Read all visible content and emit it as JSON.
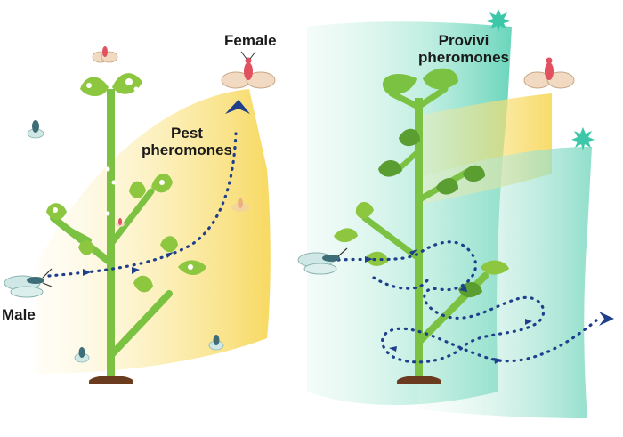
{
  "labels": {
    "female": "Female",
    "pest_pheromones_line1": "Pest",
    "pest_pheromones_line2": "pheromones",
    "male": "Male",
    "provivi_line1": "Provivi",
    "provivi_line2": "pheromones"
  },
  "colors": {
    "stem": "#7bc242",
    "leaf_light": "#8dc63f",
    "leaf_dark": "#5a9e32",
    "soil": "#6b3b1f",
    "pest_plume": "#f9d95b",
    "provivi_plume": "#7fd9c8",
    "arrow": "#1f3f8c",
    "burst": "#3cc8a8"
  }
}
